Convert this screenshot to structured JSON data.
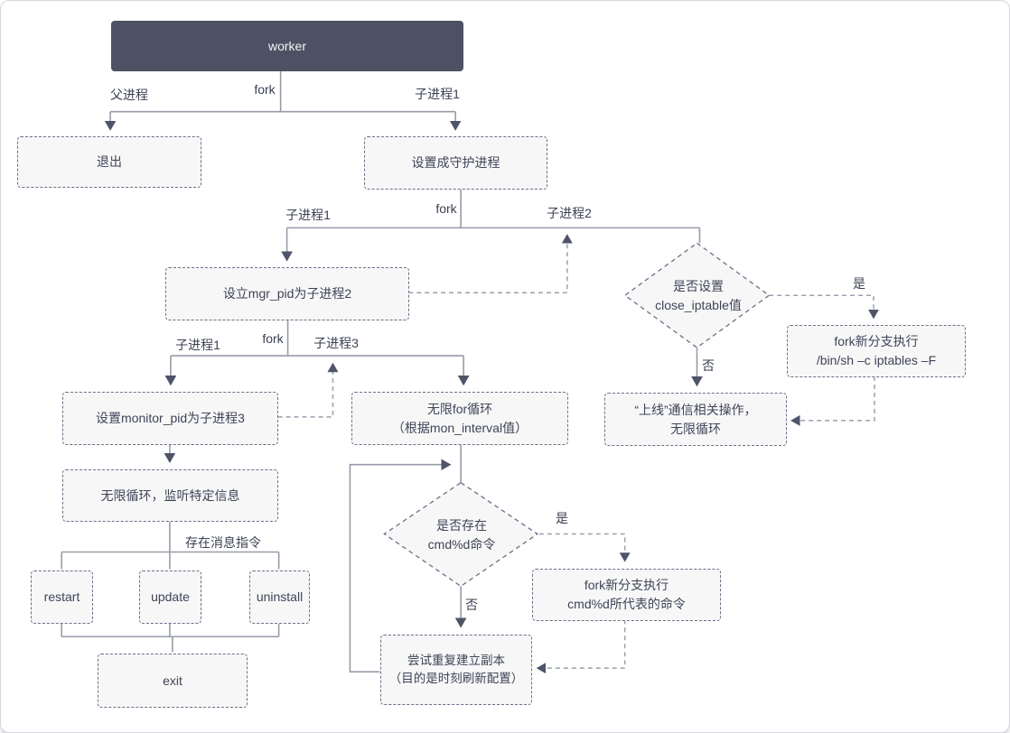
{
  "colors": {
    "node_fill": "#f7f7f8",
    "node_border": "#6b7187",
    "connector_solid": "#979ca8",
    "connector_dashed": "#9aa0ad",
    "arrowhead": "#4f5468",
    "text": "#3f4456",
    "start_fill": "#4d5164",
    "start_text": "#f4f4f6"
  },
  "nodes": {
    "worker": "worker",
    "exit_parent": "退出",
    "daemon": "设置成守护进程",
    "set_mgr_pid": "设立mgr_pid为子进程2",
    "decision_close_iptable": "是否设置\nclose_iptable值",
    "fork_iptables": "fork新分支执行\n/bin/sh –c iptables –F",
    "online_comm": "“上线”通信相关操作，\n无限循环",
    "set_monitor_pid": "设置monitor_pid为子进程3",
    "infinite_for": "无限for循环\n（根据mon_interval值）",
    "listen_loop": "无限循环，监听特定信息",
    "restart": "restart",
    "update": "update",
    "uninstall": "uninstall",
    "exit_child": "exit",
    "decision_cmd": "是否存在\ncmd%d命令",
    "fork_cmd": "fork新分支执行\ncmd%d所代表的命令",
    "rebuild_copy": "尝试重复建立副本\n（目的是时刻刷新配置）"
  },
  "edge_labels": {
    "parent_process": "父进程",
    "fork_1": "fork",
    "child1_a": "子进程1",
    "child1_b": "子进程1",
    "fork_2": "fork",
    "child2": "子进程2",
    "child1_c": "子进程1",
    "fork_3": "fork",
    "child3": "子进程3",
    "yes_iptable": "是",
    "no_iptable": "否",
    "message_cmd_exists": "存在消息指令",
    "yes_cmd": "是",
    "no_cmd": "否"
  }
}
